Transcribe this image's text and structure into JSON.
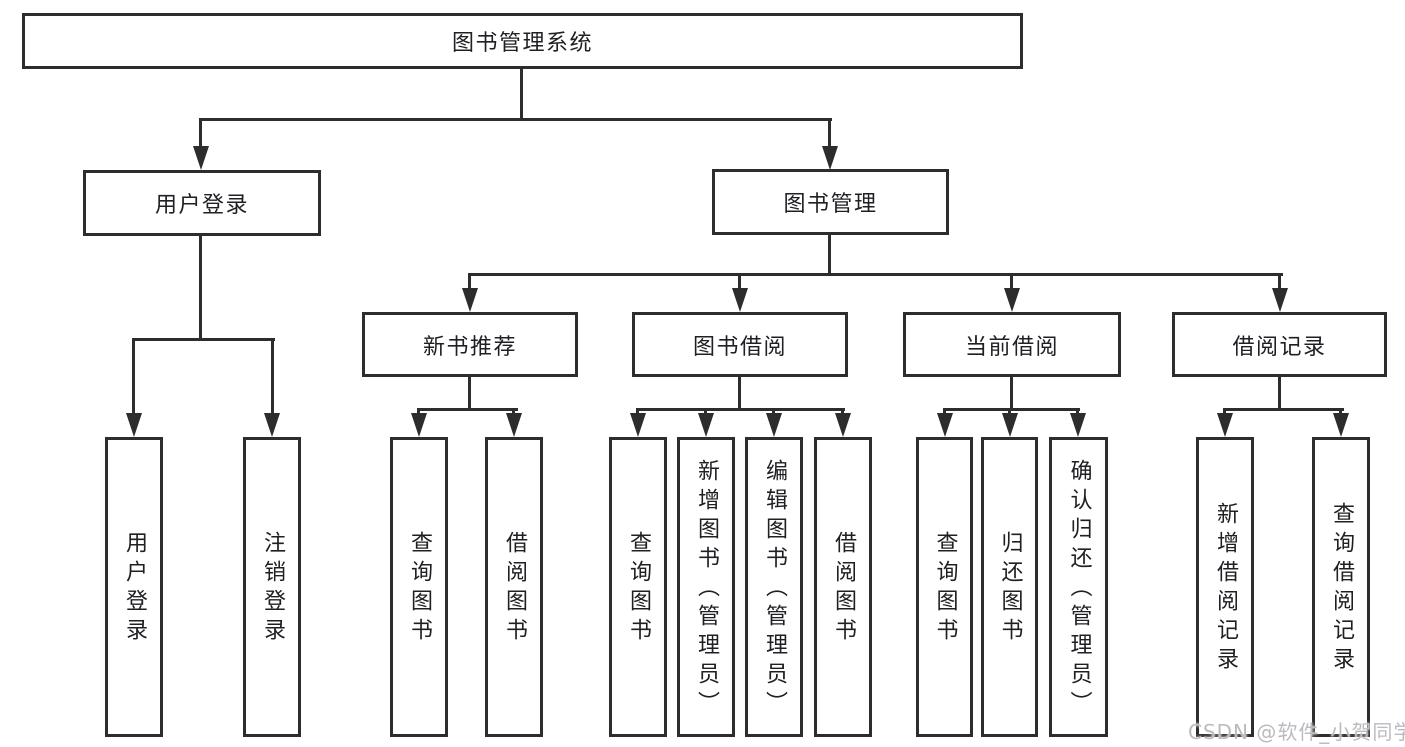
{
  "nodes": {
    "root": "图书管理系统",
    "user_login": "用户登录",
    "book_mgmt": "图书管理",
    "new_book_rec": "新书推荐",
    "book_borrow": "图书借阅",
    "current_borrow": "当前借阅",
    "borrow_records": "借阅记录",
    "leaf_user_login": "用户登录",
    "leaf_logout": "注销登录",
    "leaf_nb_query": "查询图书",
    "leaf_nb_borrow": "借阅图书",
    "leaf_bb_query": "查询图书",
    "leaf_bb_add": "新增图书（管理员）",
    "leaf_bb_edit": "编辑图书（管理员）",
    "leaf_bb_borrow": "借阅图书",
    "leaf_cb_query": "查询图书",
    "leaf_cb_return": "归还图书",
    "leaf_cb_confirm": "确认归还（管理员）",
    "leaf_br_add": "新增借阅记录",
    "leaf_br_query": "查询借阅记录"
  },
  "watermark": "CSDN @软件_小贺同学",
  "colors": {
    "line": "#2d2d2d",
    "text": "#202024",
    "watermark": "#babbbf",
    "background": "#ffffff"
  }
}
